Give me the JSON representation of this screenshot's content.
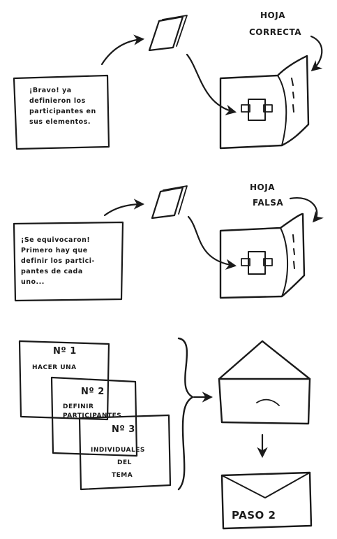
{
  "panel_correct": {
    "note_lines": [
      "¡Bravo! ya",
      "definieron los",
      "participantes en",
      "sus elementos."
    ],
    "sheet_label_line1": "HOJA",
    "sheet_label_line2": "CORRECTA"
  },
  "panel_false": {
    "note_lines": [
      "¡Se equivocaron!",
      "Primero hay que",
      "definir los partici-",
      "pantes de cada",
      "uno..."
    ],
    "sheet_label_line1": "HOJA",
    "sheet_label_line2": "FALSA"
  },
  "steps": {
    "card1_number": "Nº 1",
    "card1_text": "HACER UNA",
    "card2_number": "Nº 2",
    "card2_line1": "DEFINIR",
    "card2_line2": "PARTICIPANTES",
    "card3_number": "Nº 3",
    "card3_line1": "INDIVIDUALES",
    "card3_line2": "DEL",
    "card3_line3": "TEMA",
    "envelope_label": "PASO 2"
  },
  "colors": {
    "ink": "#1a1a1a",
    "paper": "#ffffff"
  }
}
